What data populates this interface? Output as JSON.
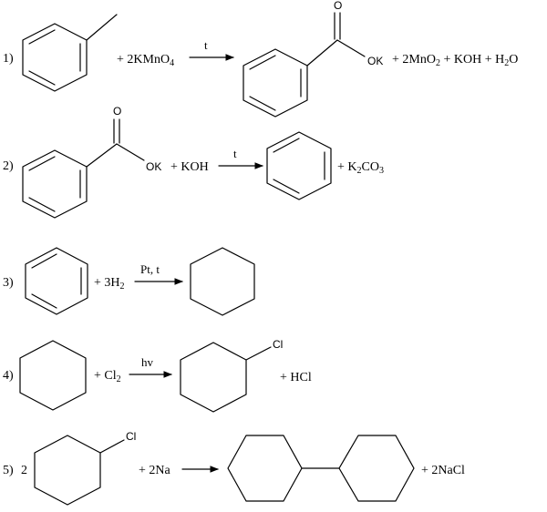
{
  "reactions": [
    {
      "number": "1)",
      "reactant_text": "+ 2KMnO",
      "reactant_sub": "4",
      "condition": "t",
      "product_label": "OK",
      "product_oxygen": "O",
      "tail": {
        "p1": "+ 2MnO",
        "s1": "2",
        "p2": " + KOH + H",
        "s2": "2",
        "p3": "O"
      }
    },
    {
      "number": "2)",
      "reactant_label": "OK",
      "reactant_oxygen": "O",
      "reagent": "+ KOH",
      "condition": "t",
      "tail": {
        "p1": "+ K",
        "s1": "2",
        "p2": "CO",
        "s2": "3"
      }
    },
    {
      "number": "3)",
      "reagent": {
        "text": "+ 3H",
        "sub": "2"
      },
      "condition": "Pt, t"
    },
    {
      "number": "4)",
      "reagent": {
        "text": "+ Cl",
        "sub": "2"
      },
      "condition": "hv",
      "product_label": "Cl",
      "byproduct": "+ HCl"
    },
    {
      "number": "5)",
      "coefficient": "2",
      "reactant_label": "Cl",
      "reagent": "+ 2Na",
      "byproduct": "+ 2NaCl"
    }
  ]
}
